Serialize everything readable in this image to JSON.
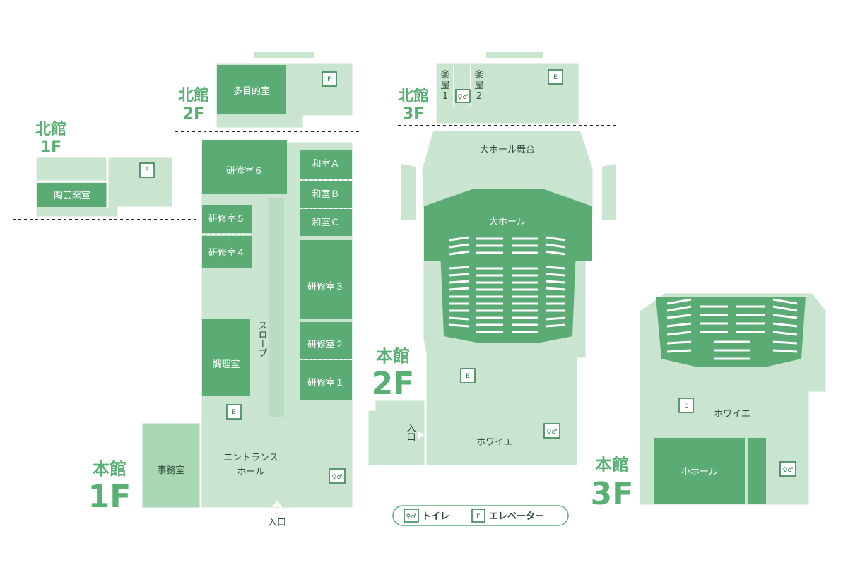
{
  "colors": {
    "light": "#c9e5d0",
    "medium": "#a9d6b4",
    "dark": "#5aab74",
    "accent": "#59b074",
    "line": "#ffffff",
    "divider": "#222222"
  },
  "floors": {
    "north_1f": {
      "building": "北館",
      "floor": "1F"
    },
    "north_2f": {
      "building": "北館",
      "floor": "2F"
    },
    "north_3f": {
      "building": "北館",
      "floor": "3F"
    },
    "main_1f": {
      "building": "本館",
      "floor": "1F"
    },
    "main_2f": {
      "building": "本館",
      "floor": "2F"
    },
    "main_3f": {
      "building": "本館",
      "floor": "3F"
    }
  },
  "rooms": {
    "tougei": "陶芸窯室",
    "tamokuteki": "多目的室",
    "kenshu6": "研修室６",
    "kenshu5": "研修室５",
    "kenshu4": "研修室４",
    "kenshu3": "研修室３",
    "kenshu2": "研修室２",
    "kenshu1": "研修室１",
    "washitsu_a": "和室Ａ",
    "washitsu_b": "和室Ｂ",
    "washitsu_c": "和室Ｃ",
    "chouri": "調理室",
    "slope": "スロープ",
    "jimu": "事務室",
    "entrance_1": "エントランス",
    "entrance_2": "ホール",
    "iriguchi": "入口",
    "gakuya1_a": "楽",
    "gakuya1_b": "屋",
    "gakuya1_c": "1",
    "gakuya2_a": "楽",
    "gakuya2_b": "屋",
    "gakuya2_c": "2",
    "daihall_stage": "大ホール舞台",
    "daihall": "大ホール",
    "foyer_2f": "ホワイエ",
    "foyer_3f": "ホワイエ",
    "shohall": "小ホール"
  },
  "icons": {
    "elevator_glyph": "E",
    "toilet_glyph": "♀♂"
  },
  "legend": {
    "toilet": "トイレ",
    "elevator": "エレベーター"
  }
}
